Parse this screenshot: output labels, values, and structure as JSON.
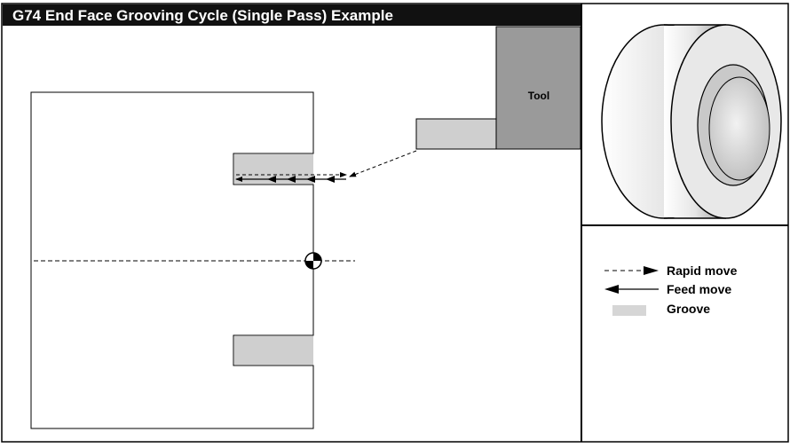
{
  "title": "G74  End Face Grooving Cycle (Single Pass) Example",
  "tool_label": "Tool",
  "legend": {
    "rapid_label": "Rapid move",
    "feed_label": "Feed move",
    "groove_label": "Groove"
  },
  "colors": {
    "title_bar": "#111111",
    "title_text": "#ffffff",
    "tool_fill": "#9a9a9a",
    "groove_fill": "#cfcfcf",
    "line": "#000000"
  }
}
